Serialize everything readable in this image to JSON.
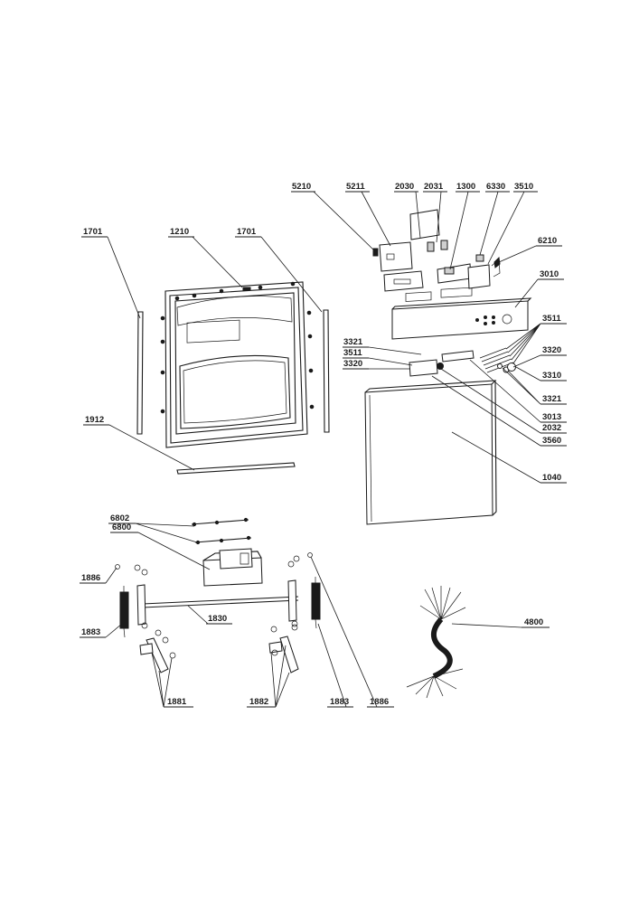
{
  "callouts": [
    {
      "id": "c5210",
      "text": "5210"
    },
    {
      "id": "c5211",
      "text": "5211"
    },
    {
      "id": "c2030",
      "text": "2030"
    },
    {
      "id": "c2031",
      "text": "2031"
    },
    {
      "id": "c1300",
      "text": "1300"
    },
    {
      "id": "c6330",
      "text": "6330"
    },
    {
      "id": "c3510",
      "text": "3510"
    },
    {
      "id": "c6210",
      "text": "6210"
    },
    {
      "id": "c3010",
      "text": "3010"
    },
    {
      "id": "c3511r",
      "text": "3511"
    },
    {
      "id": "c3320r",
      "text": "3320"
    },
    {
      "id": "c3310",
      "text": "3310"
    },
    {
      "id": "c3321r",
      "text": "3321"
    },
    {
      "id": "c3013",
      "text": "3013"
    },
    {
      "id": "c2032",
      "text": "2032"
    },
    {
      "id": "c3560",
      "text": "3560"
    },
    {
      "id": "c1040",
      "text": "1040"
    },
    {
      "id": "c3321l",
      "text": "3321"
    },
    {
      "id": "c3511l",
      "text": "3511"
    },
    {
      "id": "c3320l",
      "text": "3320"
    },
    {
      "id": "c1701l",
      "text": "1701"
    },
    {
      "id": "c1210",
      "text": "1210"
    },
    {
      "id": "c1701r",
      "text": "1701"
    },
    {
      "id": "c1912",
      "text": "1912"
    },
    {
      "id": "c6802",
      "text": "6802"
    },
    {
      "id": "c6800",
      "text": "6800"
    },
    {
      "id": "c1886l",
      "text": "1886"
    },
    {
      "id": "c1830",
      "text": "1830"
    },
    {
      "id": "c1883l",
      "text": "1883"
    },
    {
      "id": "c1881",
      "text": "1881"
    },
    {
      "id": "c1882",
      "text": "1882"
    },
    {
      "id": "c1883r",
      "text": "1883"
    },
    {
      "id": "c1886r",
      "text": "1886"
    },
    {
      "id": "c4800",
      "text": "4800"
    }
  ]
}
